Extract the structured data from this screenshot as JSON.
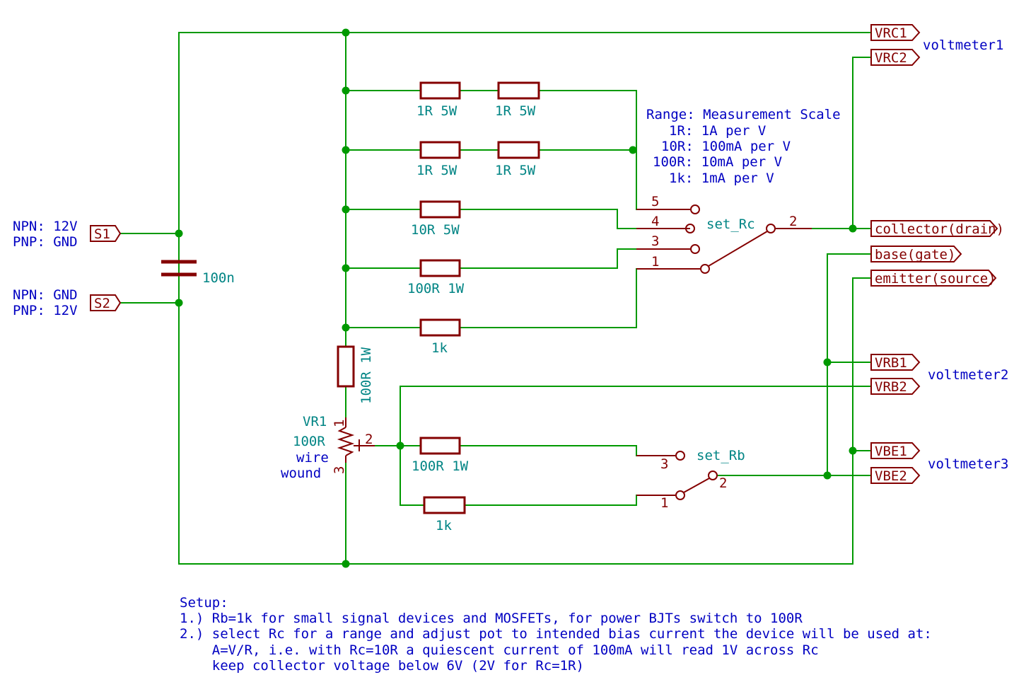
{
  "power": {
    "s1": {
      "label": "S1",
      "note1": "NPN: 12V",
      "note2": "PNP: GND"
    },
    "s2": {
      "label": "S2",
      "note1": "NPN: GND",
      "note2": "PNP: 12V"
    },
    "cap_value": "100n"
  },
  "rc_resistors": [
    {
      "a": "1R 5W",
      "b": "1R 5W"
    },
    {
      "a": "1R 5W",
      "b": "1R 5W"
    },
    {
      "a": "10R 5W"
    },
    {
      "a": "100R 1W"
    },
    {
      "a": "1k"
    }
  ],
  "range_table": {
    "title": "Range: Measurement Scale",
    "rows": [
      "1R: 1A per V",
      "10R: 100mA per V",
      "100R: 10mA per V",
      "1k: 1mA per V"
    ]
  },
  "set_rc": {
    "name": "set_Rc",
    "pins": [
      "5",
      "4",
      "3",
      "1",
      "2"
    ]
  },
  "vertical_resistor": "100R 1W",
  "pot": {
    "ref": "VR1",
    "value": "100R",
    "desc1": "wire",
    "desc2": "wound",
    "pin1": "1",
    "pin2": "2",
    "pin3": "3"
  },
  "rb_resistors": [
    "100R 1W",
    "1k"
  ],
  "set_rb": {
    "name": "set_Rb",
    "pins": [
      "3",
      "1",
      "2"
    ]
  },
  "labels": {
    "vrc1": "VRC1",
    "vrc2": "VRC2",
    "voltmeter1": "voltmeter1",
    "collector": "collector(drain)",
    "base": "base(gate)",
    "emitter": "emitter(source)",
    "vrb1": "VRB1",
    "vrb2": "VRB2",
    "voltmeter2": "voltmeter2",
    "vbe1": "VBE1",
    "vbe2": "VBE2",
    "voltmeter3": "voltmeter3"
  },
  "setup": [
    "Setup:",
    "1.) Rb=1k for small signal devices and MOSFETs, for power BJTs switch to 100R",
    "2.) select Rc for a range and adjust pot to intended bias current the device will be used at:",
    "    A=V/R, i.e. with Rc=10R a quiescent current of 100mA will read 1V across Rc",
    "    keep collector voltage below 6V (2V for Rc=1R)"
  ]
}
